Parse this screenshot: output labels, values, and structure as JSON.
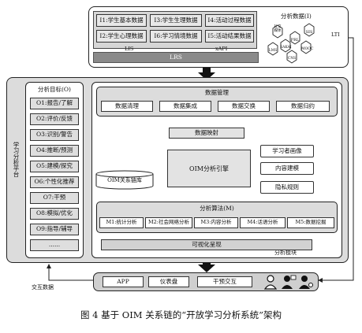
{
  "data_sources": {
    "cells": [
      "I1:学生基本数据",
      "I3:学生生理数据",
      "I4:活动过程数据",
      "I2:学生心理数据",
      "I6:学习情境数据",
      "I5:活动结果数据"
    ],
    "lis": "LIS",
    "xapi": "xAPI",
    "lrs": "LRS"
  },
  "analysis_data": {
    "title": "分析数据(I)",
    "lti": "LTI",
    "hexes": [
      "社交\n媒体",
      "PRL",
      "SIS",
      "MOOC",
      "SAKAI",
      "LMS",
      "CNS"
    ]
  },
  "platform": {
    "title": "学习分析平台",
    "interaction_data": "交互数据"
  },
  "goals": {
    "title": "分析目标(O)",
    "items": [
      "O1:报告/了解",
      "O2:评价/反馈",
      "O3:识别/警告",
      "O4:推断/预测",
      "O5:建模/探究",
      "O6:个性化推荐",
      "O7:干预",
      "O8:模拟/优化",
      "O9:指导/辅导",
      "......"
    ]
  },
  "data_management": {
    "title": "数据管理",
    "items": [
      "数据清理",
      "数据集成",
      "数据交换",
      "数据归约"
    ]
  },
  "data_mapping": "数据映射",
  "oim_engine": "OIM分析引擎",
  "oim_db": "OIM关系链库",
  "right_outputs": [
    "学习者画像",
    "内容建模",
    "隐私规则"
  ],
  "algorithms": {
    "title": "分析算法(M)",
    "items": [
      "M1:统计分析",
      "M2:社会网络分析",
      "M3:内容分析",
      "M4:话语分析",
      "M5:数据挖掘"
    ]
  },
  "visualization": "可视化呈现",
  "analysis_module": "分析模块",
  "front_end": [
    "APP",
    "仪表盘",
    "干预交互"
  ],
  "caption": "图 4  基于 OIM 关系链的“开放学习分析系统”架构"
}
